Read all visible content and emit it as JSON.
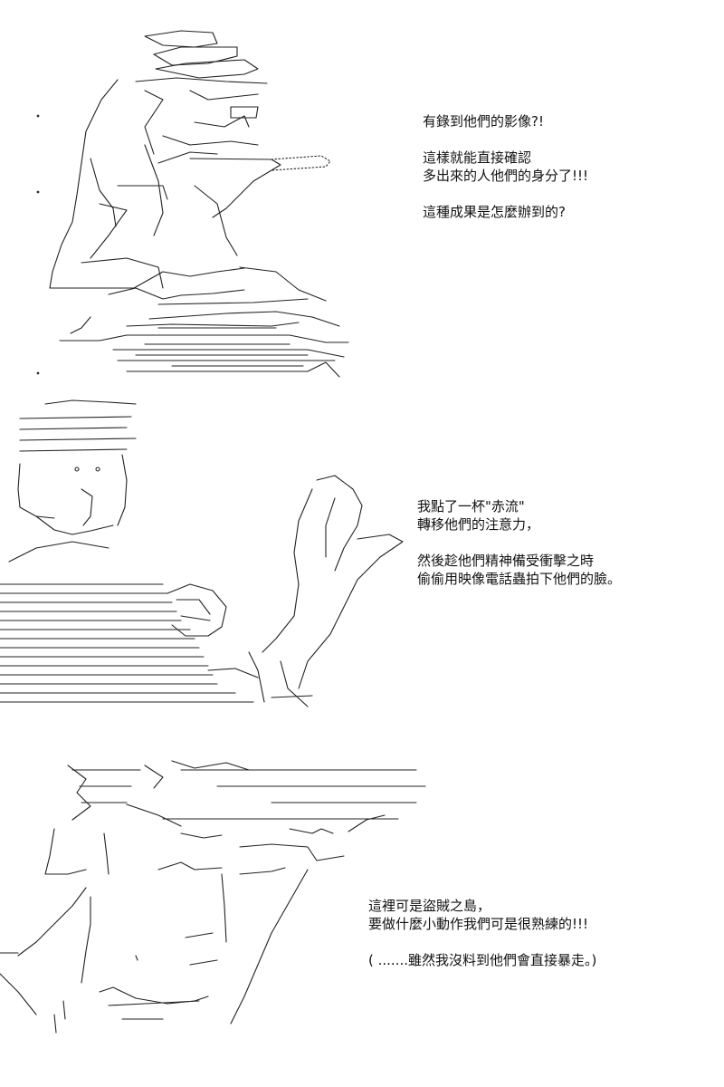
{
  "panels": [
    {
      "lines": [
        "有錄到他們的影像?!",
        "",
        "這樣就能直接確認",
        "多出來的人他們的身分了!!!",
        "",
        "這種成果是怎麼辦到的?"
      ]
    },
    {
      "lines": [
        "我點了一杯\"赤流\"",
        "轉移他們的注意力，",
        "",
        "然後趁他們精神備受衝擊之時",
        "偷偷用映像電話蟲拍下他們的臉。"
      ]
    },
    {
      "lines": [
        "這裡可是盜賊之島，",
        "要做什麼小動作我們可是很熟練的!!!",
        "",
        "( .......雖然我沒料到他們會直接暴走。)"
      ]
    }
  ]
}
